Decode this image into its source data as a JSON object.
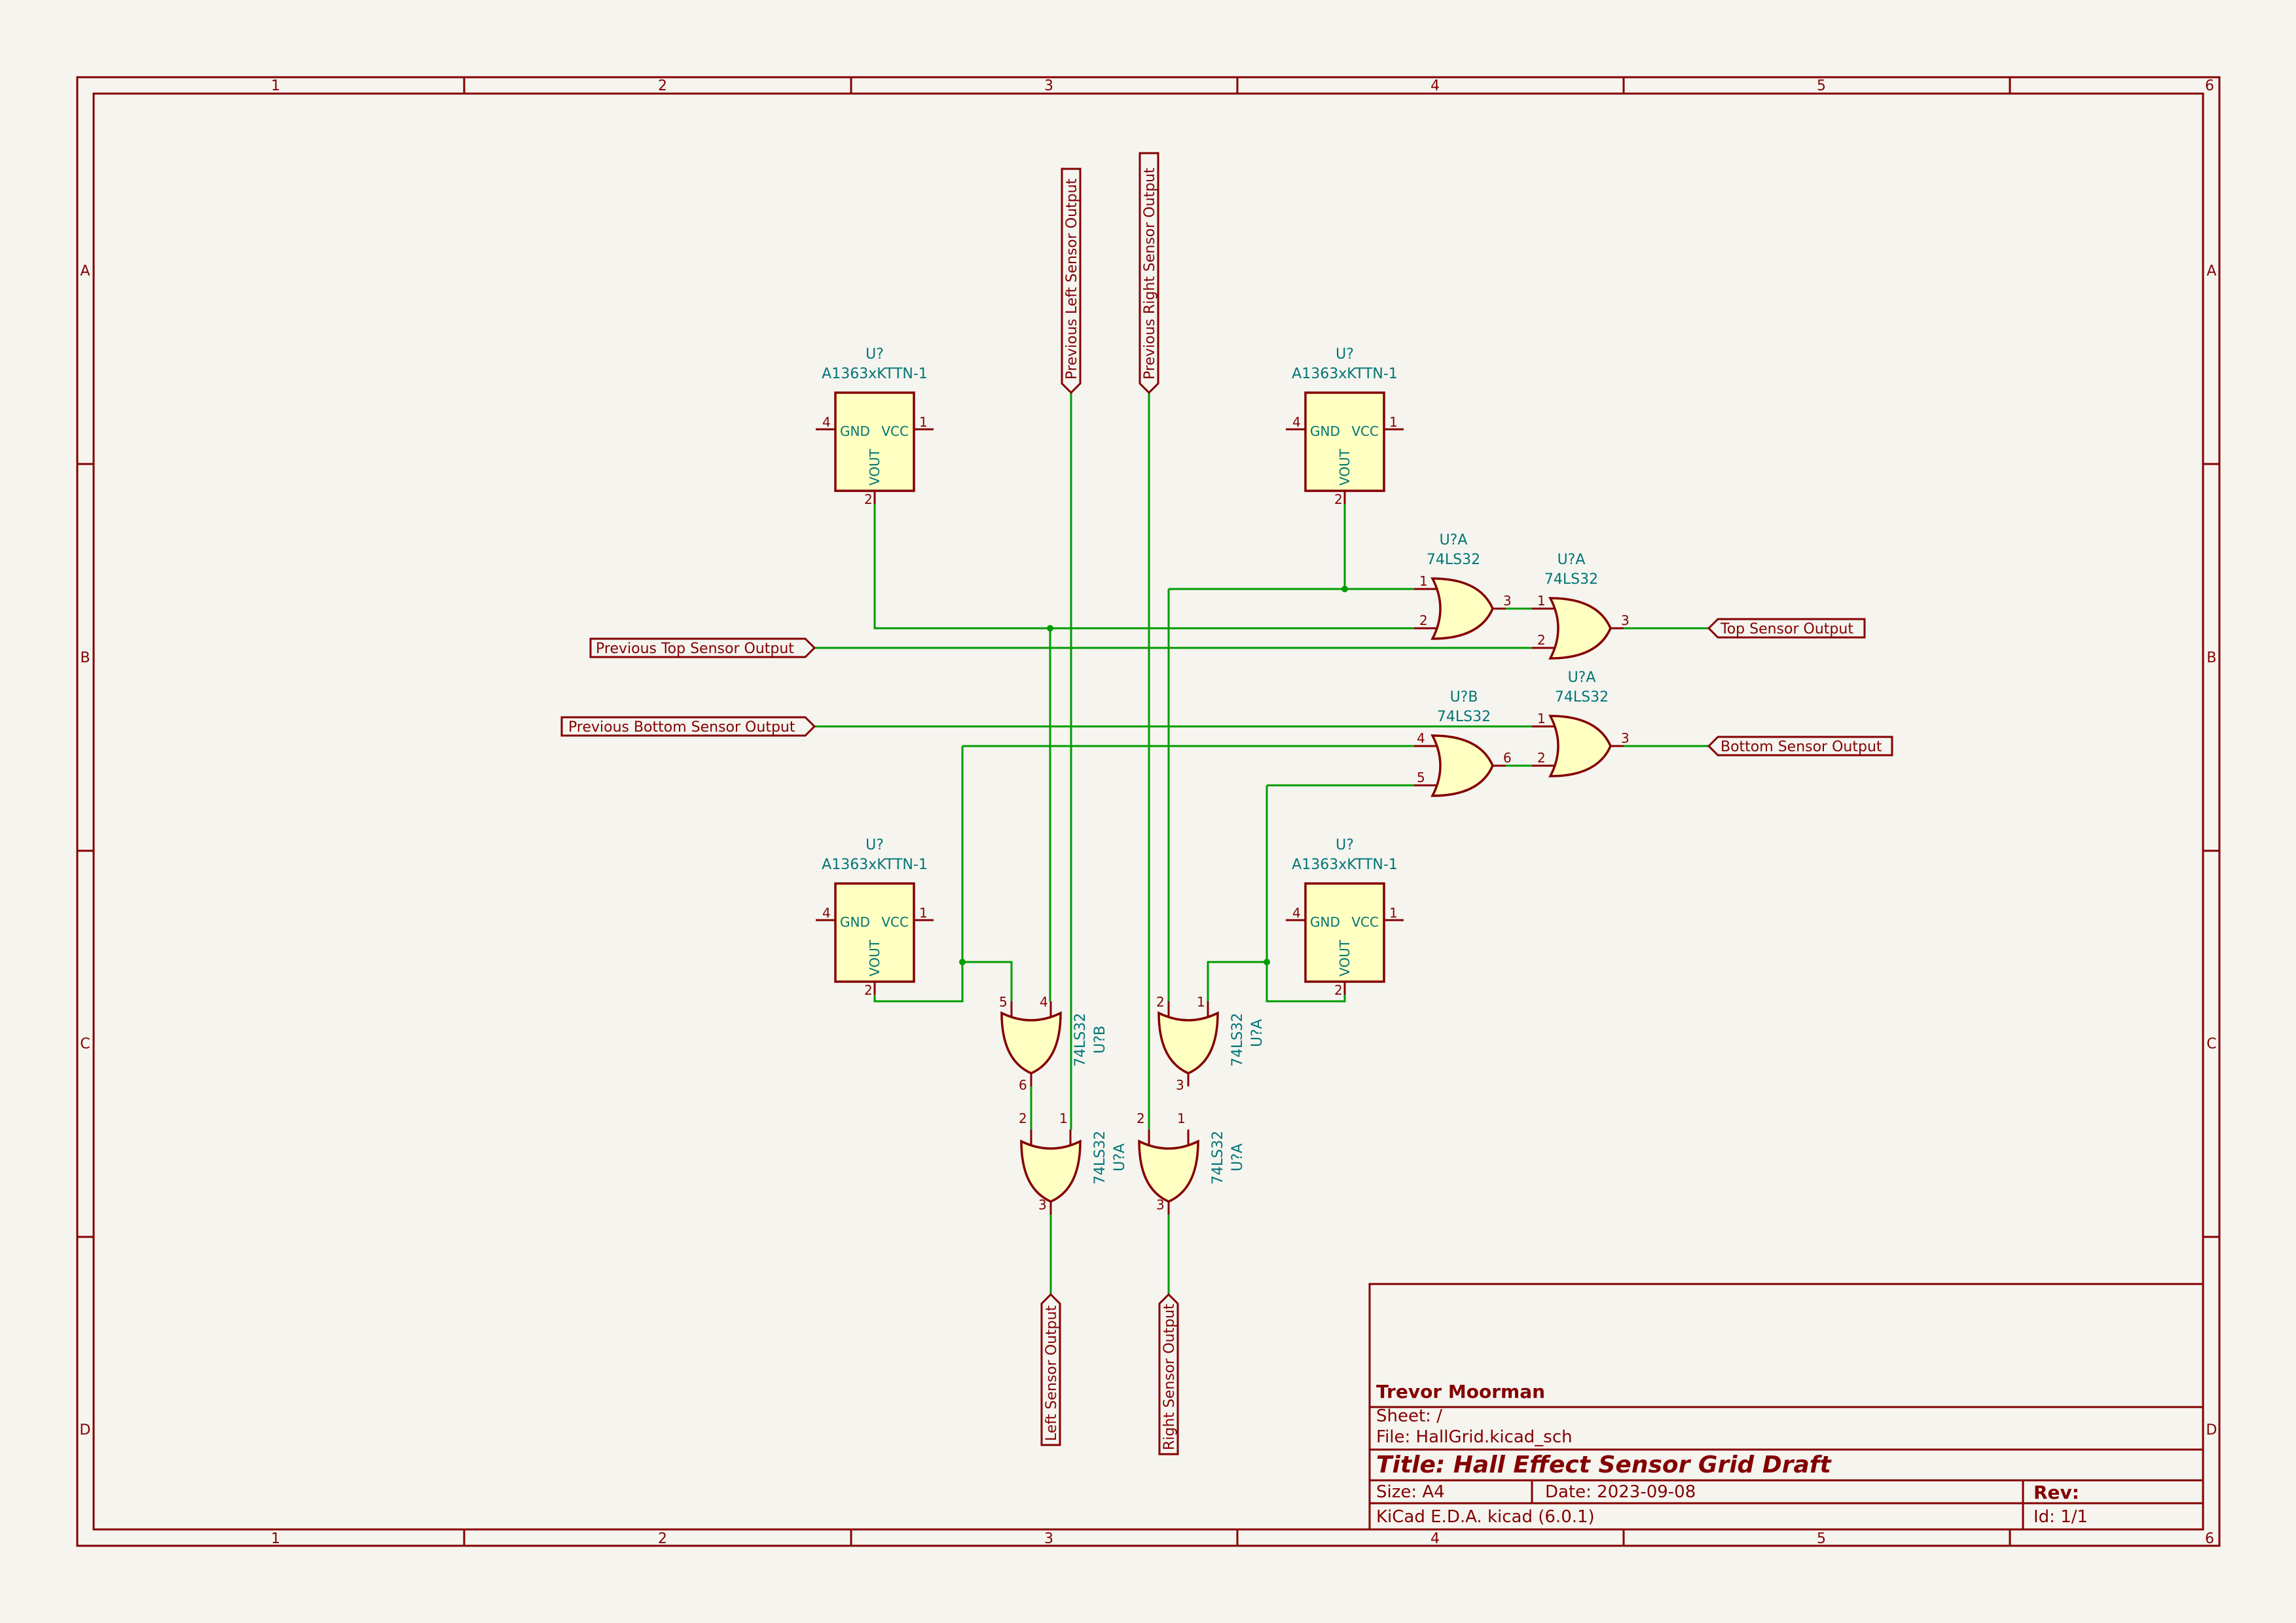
{
  "frame": {
    "columns": [
      "1",
      "2",
      "3",
      "4",
      "5",
      "6"
    ],
    "rows": [
      "A",
      "B",
      "C",
      "D"
    ]
  },
  "sensors": [
    {
      "ref": "U?",
      "value": "A1363xKTTN-1",
      "pin_gnd_num": "4",
      "pin_vcc_num": "1",
      "pin_vout_num": "2",
      "gnd": "GND",
      "vcc": "VCC",
      "vout": "VOUT"
    },
    {
      "ref": "U?",
      "value": "A1363xKTTN-1",
      "pin_gnd_num": "4",
      "pin_vcc_num": "1",
      "pin_vout_num": "2",
      "gnd": "GND",
      "vcc": "VCC",
      "vout": "VOUT"
    },
    {
      "ref": "U?",
      "value": "A1363xKTTN-1",
      "pin_gnd_num": "4",
      "pin_vcc_num": "1",
      "pin_vout_num": "2",
      "gnd": "GND",
      "vcc": "VCC",
      "vout": "VOUT"
    },
    {
      "ref": "U?",
      "value": "A1363xKTTN-1",
      "pin_gnd_num": "4",
      "pin_vcc_num": "1",
      "pin_vout_num": "2",
      "gnd": "GND",
      "vcc": "VCC",
      "vout": "VOUT"
    }
  ],
  "gates": [
    {
      "ref": "U?A",
      "value": "74LS32",
      "in1": "1",
      "in2": "2",
      "out": "3"
    },
    {
      "ref": "U?A",
      "value": "74LS32",
      "in1": "1",
      "in2": "2",
      "out": "3"
    },
    {
      "ref": "U?B",
      "value": "74LS32",
      "in1": "4",
      "in2": "5",
      "out": "6"
    },
    {
      "ref": "U?A",
      "value": "74LS32",
      "in1": "1",
      "in2": "2",
      "out": "3"
    },
    {
      "ref": "U?B",
      "value": "74LS32",
      "in1": "4",
      "in2": "5",
      "out": "6"
    },
    {
      "ref": "U?A",
      "value": "74LS32",
      "in1": "2",
      "in2": "1",
      "out": "3"
    },
    {
      "ref": "U?A",
      "value": "74LS32",
      "in1": "2",
      "in2": "1",
      "out": "3"
    },
    {
      "ref": "U?A",
      "value": "74LS32",
      "in1": "2",
      "in2": "1",
      "out": "3"
    }
  ],
  "labels": {
    "prev_left": "Previous Left Sensor Output",
    "prev_right": "Previous Right Sensor Output",
    "prev_top": "Previous Top Sensor Output",
    "prev_bottom": "Previous Bottom Sensor Output",
    "top_out": "Top Sensor Output",
    "bottom_out": "Bottom Sensor Output",
    "left_out": "Left Sensor Output",
    "right_out": "Right Sensor Output"
  },
  "title_block": {
    "company": "Trevor Moorman",
    "sheet": "Sheet: /",
    "file": "File: HallGrid.kicad_sch",
    "title": "Title: Hall Effect Sensor Grid Draft",
    "size": "Size: A4",
    "date": "Date: 2023-09-08",
    "rev": "Rev:",
    "tool": "KiCad E.D.A.  kicad (6.0.1)",
    "id": "Id: 1/1"
  },
  "colors": {
    "border": "#840000",
    "wire": "#009b00",
    "body_fill": "#ffffc2",
    "ref_text": "#007575",
    "background": "#f5f4ef"
  }
}
